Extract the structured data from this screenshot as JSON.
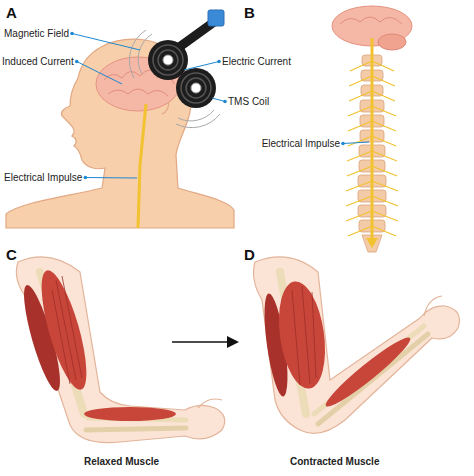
{
  "diagram": {
    "labels": [
      "A",
      "Magnetic Field",
      "Induced Current",
      "Electric Current",
      "TMS Coil",
      "Electrical Impulse",
      "B",
      "Electrical Impulse",
      "C",
      "Relaxed Muscle",
      "D",
      "Contracted Muscle"
    ]
  }
}
